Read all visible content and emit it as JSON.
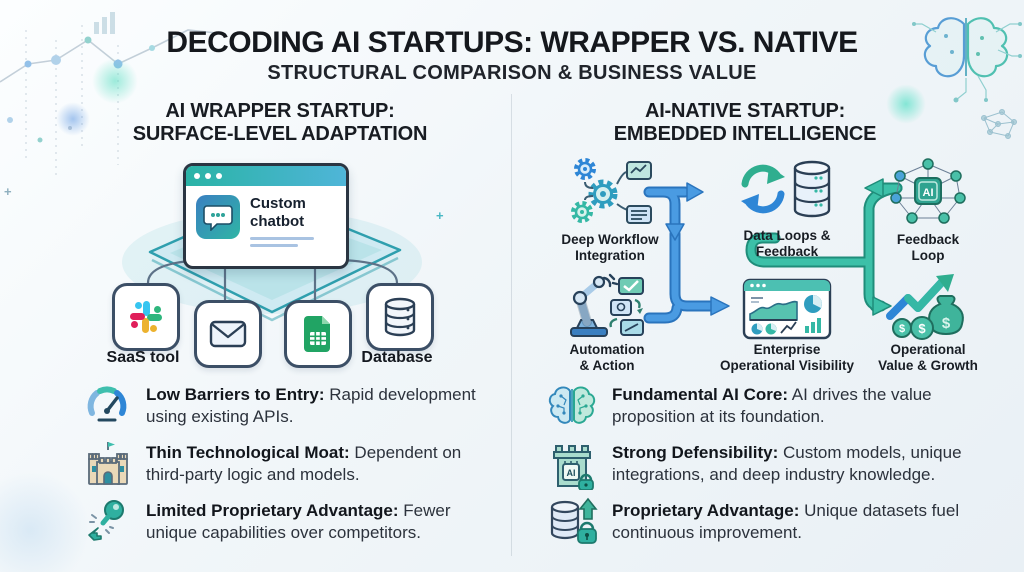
{
  "header": {
    "title": "DECODING AI STARTUPS: WRAPPER VS. NATIVE",
    "subtitle": "STRUCTURAL COMPARISON & BUSINESS VALUE"
  },
  "left": {
    "heading_line1": "AI WRAPPER STARTUP:",
    "heading_line2": "SURFACE-LEVEL ADAPTATION",
    "chatbot_label": "Custom chatbot",
    "saas_label": "SaaS tool",
    "database_label": "Database",
    "bullets": [
      {
        "lead": "Low Barriers to Entry:",
        "text": " Rapid development using existing APIs."
      },
      {
        "lead": "Thin Technological Moat:",
        "text": " Dependent on third-party logic and models."
      },
      {
        "lead": "Limited Proprietary Advantage:",
        "text": " Fewer unique capabilities over competitors."
      }
    ]
  },
  "right": {
    "heading_line1": "AI-NATIVE STARTUP:",
    "heading_line2": "EMBEDDED INTELLIGENCE",
    "nodes": [
      {
        "l1": "Deep Workflow",
        "l2": "Integration"
      },
      {
        "l1": "Data Loops &",
        "l2": "Feedback"
      },
      {
        "l1": "Feedback",
        "l2": "Loop"
      },
      {
        "l1": "Automation",
        "l2": "& Action"
      },
      {
        "l1": "Enterprise",
        "l2": "Operational Visibility"
      },
      {
        "l1": "Operational",
        "l2": "Value & Growth"
      }
    ],
    "ai_chip_label": "AI",
    "dollar_symbol": "$",
    "bullets": [
      {
        "lead": "Fundamental AI Core:",
        "text": " AI drives the value proposition at its foundation."
      },
      {
        "lead": "Strong Defensibility:",
        "text": " Custom models, unique integrations, and deep industry knowledge."
      },
      {
        "lead": "Proprietary Advantage:",
        "text": " Unique datasets fuel continuous improvement."
      }
    ]
  },
  "colors": {
    "accent_blue": "#2e86d6",
    "accent_teal": "#31b09b",
    "slack_blue": "#36c5f0",
    "slack_green": "#2eb67d",
    "slack_yellow": "#ecb22e",
    "slack_red": "#e01e5a",
    "sheet_green": "#21a464",
    "title_text": "#15181d"
  }
}
